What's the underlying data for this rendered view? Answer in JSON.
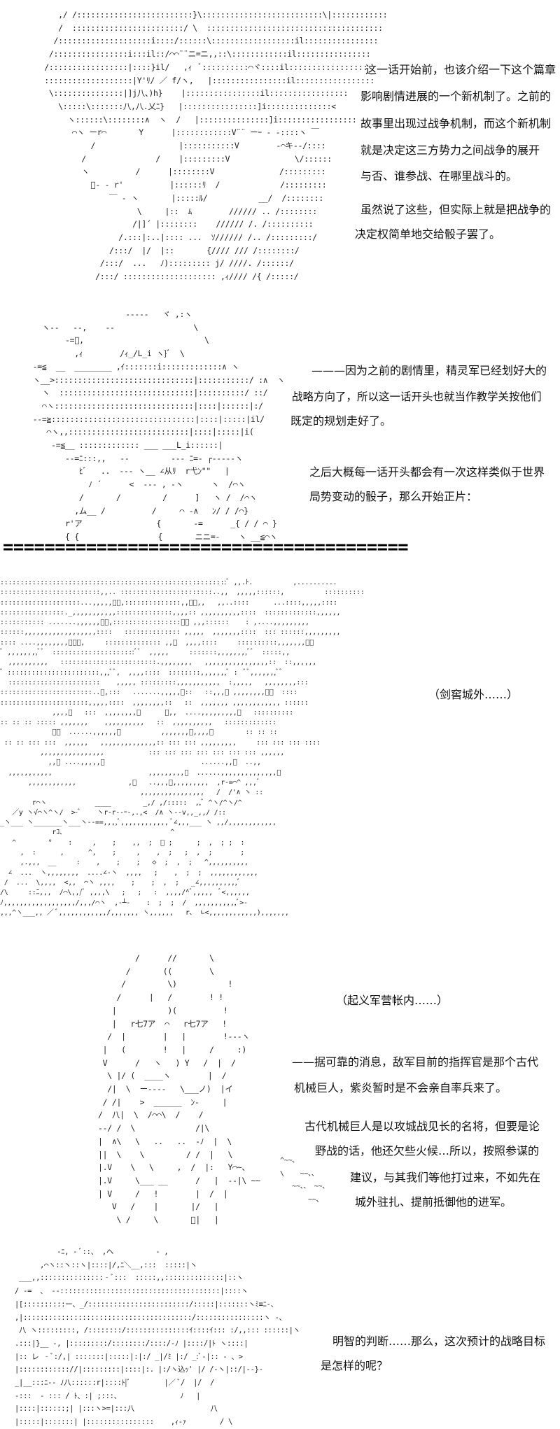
{
  "section1": {
    "art": [
      "     ,/ /:::::::::::::::::::::::::}\\::::::::::::::::::::::::::\\|::::::::::::",
      "     /  ::::::::::::::::::::::::/ \\  ::::::::::::::::::::::::::::::::::::::",
      "    /::::::::::::::::::::i::::/::::::\\::::::::::::::::::il::::::::::::::::",
      "   /::::::::::::::::i:::il::/⌒⌒¨¨ニ=ニ,,::\\::::::::::::il::::::::::::::::",
      "  /:::::::::::::::::|::::}il/   ,ｨ  ﾞ::::::::::⌒ヾ::::il:::::::::::::::::",
      "  :::::::::::::::::::|Y'ﾘ/ ／ f/ヽ,   |::::::::::::::::il:::::::::::::::::",
      "   \\:::::::::::::::|]j八、)h}    |::::::::::::::::il:::::::::::::::::",
      "     \\:::::\\:::::::八,八.乂ﾆ}   |::::::::::::::::]i::::::::::::::<",
      "       ヽ::::::\\::::::::∧  ヽ  /   |:::::::::::::::]i:::::::::::::::::",
      "        ⌒ヽ ーr⌒       Y      |::::::::::::V¨¨ ーｰ ‐ ‐::::ヽ ￣",
      "            /                  |:::::::::::V        ‐⌒キ‐‐/::::",
      "          /               /    |:::::::::V              \\/::::::",
      "          ヽ          /      |::::::::V              /:::::::::",
      "            ﾞ‐ ‐ r'          |::::::ﾘ  /             /:::::::::",
      "                ￣ ‐ ヽ       |:::::ﾙ/           __/  /::::::::",
      "                      \\     |::  ﾑ        ////// .. /::::::::",
      "                     /|]´ |::::::::    ////// /. /::::::::::",
      "                  /.:::|:..|:::: ...  ｿ////// /.. /:::::::::/",
      "                /:::/  |/  |::       {//// /// /::::::::/",
      "              /:::/  ...   ﾉ)::::::::: j/ ////. /::::::/",
      "             /:::/ :::::::::::::::::::: ,ｨ//// /{ /:::::/"
    ],
    "paragraphs": [
      "这一话开始前，也该介绍一下这个篇章",
      "影响剧情进展的一个新机制了。之前的",
      "故事里出现过战争机制，而这个新机制",
      "就是决定这三方势力之间战争的展开",
      "与否、谁参战、在哪里战斗的。",
      "虽然说了这些，但实际上就是把战争的",
      "决定权简单地交给骰子罢了。"
    ]
  },
  "section2": {
    "art": [
      "                     ‐‐‐‐‐   ヾ ,:ヽ",
      "   ヽ‐‐   ‐‐,    ‐‐                 \\",
      "        ‐=ﾞ,                          \\",
      "          ,ｨ        /ｨ_/L_i ヽ}ﾞ  \\",
      " ‐=≦  __  ________ ,ｲ:::::::i:::::::::::::∧ ヽ",
      " ヽ__>::::::::::::::::::::::::::::::|:::::::::::/ :∧  ヽ",
      "   ヽ  :::::::::::::::::::::::::::::|::::::::::/ ::/",
      "   ⌒ヽ::::::::::::::::::::::::::::::|::::|::::::|:/",
      " ‐‐=≧:::::::::::::::::::::::::::::::|::::|:::::|il/",
      "    ⌒ヽ,,::::::::::::::::::::::::::|::::|:::::|i(",
      "     ‐=≦__ ::::::::::::: ___ ___L_i::::::|",
      "        ‐‐=ﾆ:::,,   ‐‐         ‐‐‐ ﾆ=‐ ┌‐‐‐‐‐ヽ",
      "           ﾋﾞ   ..  ‐‐‐ ヽ__ ∠从ﾘ  r弋ﾝ\"\"   |",
      "             ﾉ ´      <  ‐‐‐ , ‐ヽ      ヽ  /⌒ヽ",
      "           /       /         /      ]   ヽ /  /⌒ヽ",
      "          ,ム__ /          /     ⌒ ‐∧   ﾝ/ / /⌒}",
      "        r'ア                {       ‐=      _{ / / ⌒ }",
      "        { {                 {       ニニ=‐    ヽ __≦⌒ヽ"
    ],
    "paragraphs": [
      "———因为之前的剧情里，精灵军已经划好大的",
      "战略方向了，所以这一话开头也就当作教学关按他们",
      "既定的规划走好了。",
      "之后大概每一话开头都会有一次这样类似于世界",
      "局势变动的骰子，那么开始正片："
    ]
  },
  "separator": "=======================================",
  "section3": {
    "art": [
      ":::::::::::::::::::::::::::::::::::::::::::::::::::::::::ﾞ ,,.ﾄ.          ,..........",
      ":::::::::::::::::::::::::,,.. :::::::::::::::::::::::..,,  ,,,,,::::::,          ::::::::::",
      "::::::::::::::::::::...,,,,,ﾞﾞ,::::::::::::::,,ﾞﾞ,,   ,,..::::      ...::::,,,,,::::",
      "::::::::::::::::._,,,,,,,,,,,::::::::::::::,,,,:: ,,,,,,,,,,::::  :::::::::::::,,,,,,",
      "::::::::::: .......,,,,,,ﾞﾞ,:::::::::::::::::ﾞﾞ ,,,::::::    : ,....,,,,,,,,,",
      "::::::,,,,,,,,,,,,,,,,,,::::   :::::::::::::: ,,,,,  ,,,,,,,::::  ::: ::::::,,,,,,,,,",
      ":::: ....,,,,,,,,ﾞﾞﾞ,     :::::::::::::: ,,ﾞ  ,,,,::::     ::::::::::,,,,,,,ﾞﾞ",
      "ﾞ ,,,,,,,,ﾞﾞ  :::::::::::::::::::::ﾞﾞ  ,,,,,     :::::::,,,,,,,,ﾞﾞ  :::::,,",
      "  ,,,,,,,,,,   ::::::::::::::::::::::::.,,,,,,,,   ,,,,,,,,,,,,,,,,::  ::,,,,,,",
      "ﾞ :::::::::::::::::::::::,,,ﾞﾞ,  ,,,,::::  ::::::::,,,,,,,ﾞ :  ﾞﾞ,,,,,,,ﾞﾞ",
      "  :::::::::::::::::::::::    ,,,,, :::::::::,,,,,,,,,,,  :,,,,,   ,,,,,,,,:::",
      ":::::::::::::::::::::::..ﾞ,:::   .......,,,,,ﾞ::   ::,,,ﾞ ,,,,,,,,ﾞﾞ  ::::",
      "::::::::::::::::::::::,,,,,::::  ,,,,,,,,::   ::  ,,,,,,, ,,,,,,,,,,,, ::::::",
      "             ,,,,ﾞ   :::  ,,,,,,,,ﾞ      ﾞ,,  ....,,,,,,,,,ﾞ   ::::::::::",
      ":: :: :: ::::: ,,,,,,,    ,,,,,,,,,,   ::  ,,,,,,,,,,   :::::::::::::",
      "             ﾞﾞ  ......,,,,,,ﾞ          ,,,,,,,ﾞ,,,,ﾞ        :: :: ::",
      " :: :: ::: :::  ,,,,,,   ,,,,,,,,,,,,,,:: ::: ::: ,,,,,,,,,     ::: ::: ::: ::::",
      "          ,,,,,,,,,,,,,,,,           ::: ::: ::: ::: ::: ::: ::: ,,,,,,",
      "            ,,ﾞ ....,,,,,ﾞ                        ......,,ﾞ  ..,,",
      "  ,,,,,,,,,,,                        ,,,,,,,,,ﾞ  ......,,,,,,,,,,,,,,ﾞ",
      "       ,,,,,,,,,,,,             ,ﾞ   ..,,,ﾞ,,,,,,,,,  ,r-=⌒^ ,,,ﾞ",
      "                                   ,,,,,,,,,,,,,,,,   /  /'∧ ヽ ::",
      "        r⌒ヽ            ____        _,/ ,/:::::  ,,ﾞ ^ヽ/^ヽ/^",
      "   ／y ヽ√⌒ヽ^ヽ/  >-ﾞ    ヽr-r--ｰ-,.,<  /∧ ヽ--v,,_,,/ /::",
      "_ヽ___ ヽ_______ヽ___ヽ--==,,,,ﾞ,,,,,,,,,,,, ﾞ∠,,,___ ヽ ,,/,,,,,,,,,,,,",
      "             rｺ、                          ^",
      "   ^        °    :     ,    ;    ,,  ;  ﾞ ;      ;  ,  ; ;  :",
      "     ,  :      ,      ^,    ;     ,    ,  ;   ;  ,  ;       ;",
      "     ,.,,,  __     :    ,    ;    ;   ◇  ;  ,  ;   ^,,,,,,,,,,",
      "  ∠  ...  ヽ,,,,,,,,  ....∠‐ヽ  ,,,,   ;    ,  ;  ;  ,,,,,,,,,,,,",
      " /  ...  \\,,,,  <,,  ⌒ヽ ,,,,    ;    ;  ,  ;   _∠,,,,,,,,,,ﾞ",
      "/\\     ::ﾆ,,,  /⌒\\,,/ﾞ ,,,,\\   ;   ;   :  ,,,,/^ﾞ,,,,,  ﾞ<,,,,,,",
      "ﾉ,,,,,,,,,,,,,,,,,,/,,,/⌒ヽ  ,‐┴‐    :  ;  ;  /  ,,,,,,,,,,,ﾞ>‐",
      ",,,^ヽ___,, ／ ﾞ,,,,,,,,,,,,/,,,,,,, ヽ,,,,,,   r､  ∟<,,,,,,,,,,,,),,,,,,,"
    ],
    "caption": "（剑窖城外……）"
  },
  "section4": {
    "art": [
      "        /      //       \\",
      "      /       ((        \\",
      "     /         \\)           !",
      "    /      |   /        ! !",
      "   |           )(          !",
      "   |   r七7ア  ⌒   r七7ア   ! ",
      "  /  |        |   |        !‐‐‐ヽ",
      " |   (        !   |     /     :)",
      " V      /   ヽ   ) Y   /  |  /",
      "  \\ |/ (  ____ヽ        |  /",
      "  /|  \\  ー‐‐‐‐   \\___ノ)  |イ",
      " / /|    >  ______  ﾝ‐     |",
      "/  八|  \\  /⌒⌒\\  /    /",
      "‐‐/ /  \\             /|\\",
      "|  ∧\\   \\   ..   ..  ‐ﾉ  |  \\",
      "||  \\    \\         / /  |   \\",
      "|.V    \\   \\     ,  /  |:   Y⌒~、",
      "|.V     \\___ __      /   |  ‐‐|\\ ~~",
      "| V     /   !        |  /  |",
      "   V   /    |       |/   |",
      "    \\ /     \\       ﾞ|   |"
    ],
    "caption": "（起义军营帐内……）",
    "paragraphs": [
      "——据可靠的消息，敌军目前的指挥官是那个古代",
      "机械巨人，紫炎暂时是不会亲自率兵来了。",
      "古代机械巨人是以攻城战见长的名将，但要是论",
      "野战的话，他还欠些火候…所以，按照参谋的",
      "建议，与其我们等他打过来，不如先在",
      "城外驻扎、提前抵御他的进军。"
    ],
    "wind": [
      "^~~、",
      "\\    ~~、、",
      "   ~~、、 ~~、",
      "       ~~、"
    ]
  },
  "section5": {
    "art": [
      "           ‐ﾆ, ‐ ﾞ::、 ,ヘ          ‐ ,",
      "       ,⌒ヽ::ヽ::ヽ|::::|/,ﾆ＼__,:::  :::::|ヽ",
      "  ___,,:::::::::::::::‐ﾞ:::  :::::,,::::::::::::::|::ヽ",
      " / ‐=  、 ‐‐::::::::::::::::::::::::::::::::::::::|::::ヽ",
      " |[::::::::::ー、_/::::::::::::::::::::::::/:::::|:::::::ヽﾐ≡ﾆ‐、",
      " ,|::::::::::::::::::::::::::::::::::::::::/::::::::::::::::ヽ ‐、",
      "  八 ヽ:::::::::, /::::::::/:::::::::::::::ｲ::::ｲ::: :/,,::: ::::::|ヽ",
      " .:::|}__ ‐, |:::::::::/::::::::/::::/‐ﾉ |::::/|ﾄ ヽ::::|",
      " |:: レ ‐ﾞ:/,| :::::::|:::::|:|:/ _|/ﾐ |:/ _:ﾞ‐|:: ‐ 、>",
      " |:::::::::::://|:::::::::|::::|:. |:/ヽ込ｯ' |/ /‐ヽ|::/|‐‐}‐",
      " _|__:::ﾆ‐‐ ﾉ八::::::r|::::ﾄ|ﾞ        |／ ﾞ/  |/  /",
      " ‐:::  ‐ ::: / ﾄ、:| ;:::、              ﾉ   |",
      " |::::|::::::;| |:::ヽ>=|:::八                  八",
      " |:::::|:::::::| |::::::::::::::::    ,ｨ‐ｧ        / \\"
    ],
    "paragraphs": [
      "明智的判断……那么，这次预计的战略目标",
      "是怎样的呢？"
    ]
  }
}
